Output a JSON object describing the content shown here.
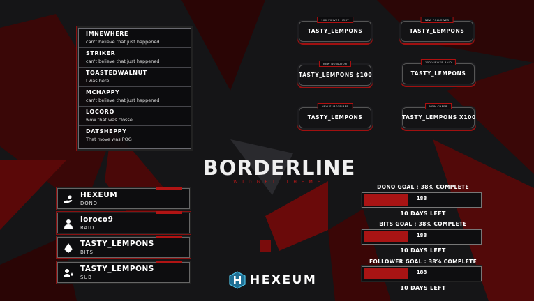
{
  "chat": {
    "messages": [
      {
        "user": "IMNEWHERE",
        "text": "can't believe that just happened"
      },
      {
        "user": "STRIKER",
        "text": "can't believe that just happened"
      },
      {
        "user": "TOASTEDWALNUT",
        "text": "I was here"
      },
      {
        "user": "MCHAPPY",
        "text": "can't believe that just happened"
      },
      {
        "user": "LOCORO",
        "text": "wow that was closse"
      },
      {
        "user": "DATSHEPPY",
        "text": "That move was POG"
      }
    ]
  },
  "alerts": [
    {
      "tag": "100 VIEWER HOST",
      "name": "TASTY_LEMPONS"
    },
    {
      "tag": "NEW FOLLOWER",
      "name": "TASTY_LEMPONS"
    },
    {
      "tag": "NEW DONATION",
      "name": "TASTY_LEMPONS $100"
    },
    {
      "tag": "100 VIEWER RAID",
      "name": "TASTY_LEMPONS"
    },
    {
      "tag": "NEW SUBSCRIBER",
      "name": "TASTY_LEMPONS"
    },
    {
      "tag": "NEW CHEER",
      "name": "TASTY_LEMPONS X100"
    }
  ],
  "title": {
    "main": "BORDERLINE",
    "sub": "WIDGET THEME"
  },
  "events": [
    {
      "name": "HEXEUM",
      "type": "DONO",
      "icon": "hand-coin-icon"
    },
    {
      "name": "loroco9",
      "type": "RAID",
      "icon": "raid-group-icon"
    },
    {
      "name": "TASTY_LEMPONS",
      "type": "BITS",
      "icon": "bits-gem-icon"
    },
    {
      "name": "TASTY_LEMPONS",
      "type": "SUB",
      "icon": "user-add-icon"
    }
  ],
  "goals": [
    {
      "label": "DONO GOAL : 38% COMPLETE",
      "value": "188",
      "progress": 0.38,
      "days": "10 DAYS LEFT"
    },
    {
      "label": "BITS GOAL : 38% COMPLETE",
      "value": "188",
      "progress": 0.38,
      "days": "10 DAYS LEFT"
    },
    {
      "label": "FOLLOWER GOAL : 38% COMPLETE",
      "value": "188",
      "progress": 0.38,
      "days": "10 DAYS LEFT"
    }
  ],
  "logo": {
    "text": "HEXEUM",
    "icon": "hexeum-hex-logo-icon"
  },
  "colors": {
    "accent": "#b01414",
    "background": "#141416"
  }
}
